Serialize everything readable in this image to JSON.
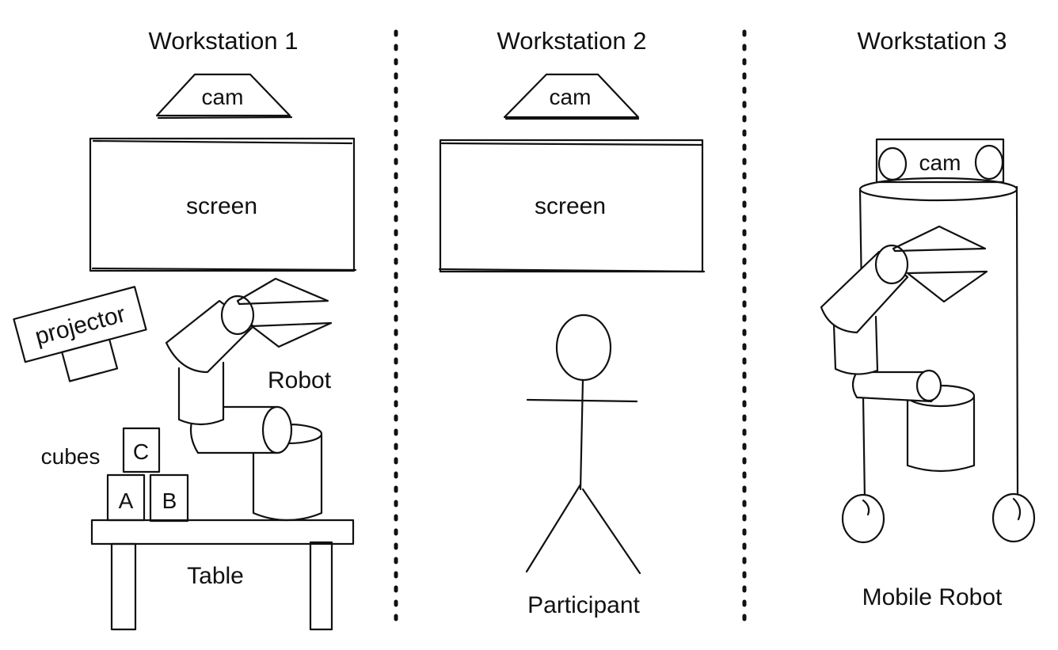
{
  "workstation1": {
    "title": "Workstation 1",
    "cam": "cam",
    "screen": "screen",
    "projector": "projector",
    "robot": "Robot",
    "cubes": "cubes",
    "cube_a": "A",
    "cube_b": "B",
    "cube_c": "C",
    "table": "Table"
  },
  "workstation2": {
    "title": "Workstation 2",
    "cam": "cam",
    "screen": "screen",
    "participant": "Participant"
  },
  "workstation3": {
    "title": "Workstation 3",
    "cam": "cam",
    "mobile_robot": "Mobile Robot"
  }
}
